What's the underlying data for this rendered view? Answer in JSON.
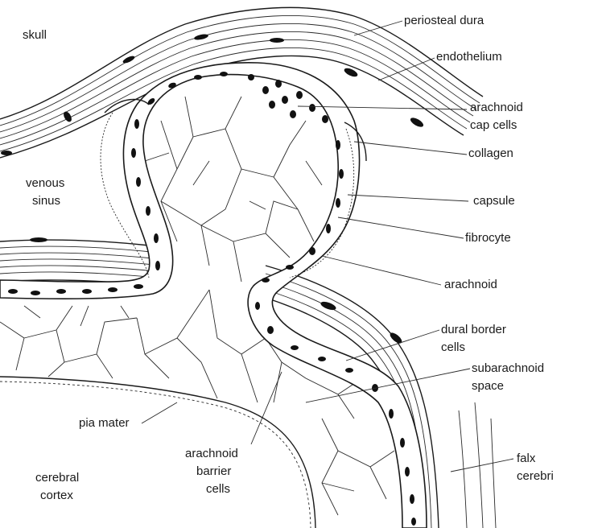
{
  "labels": {
    "skull": "skull",
    "periosteal_dura": "periosteal dura",
    "endothelium": "endothelium",
    "arachnoid_cap_1": "arachnoid",
    "arachnoid_cap_2": "cap cells",
    "collagen": "collagen",
    "venous_1": "venous",
    "venous_2": "sinus",
    "capsule": "capsule",
    "fibrocyte": "fibrocyte",
    "arachnoid": "arachnoid",
    "dural_border_1": "dural border",
    "dural_border_2": "cells",
    "subarachnoid_1": "subarachnoid",
    "subarachnoid_2": "space",
    "pia_mater": "pia mater",
    "barrier_1": "arachnoid",
    "barrier_2": "barrier",
    "barrier_3": "cells",
    "cortex_1": "cerebral",
    "cortex_2": "cortex",
    "falx_1": "falx",
    "falx_2": "cerebri"
  },
  "colors": {
    "ink": "#1a1a1a",
    "background": "#ffffff"
  }
}
